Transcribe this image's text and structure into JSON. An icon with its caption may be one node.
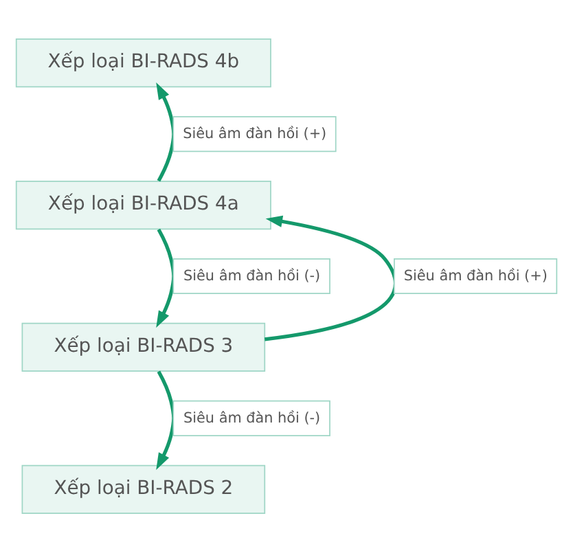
{
  "diagram": {
    "nodes": [
      {
        "text": [
          "Xếp loại BI-RADS 4b"
        ]
      },
      {
        "text": [
          "Xếp loại BI-RADS 4a"
        ]
      },
      {
        "text": [
          "Xếp loại BI-RADS 3"
        ]
      },
      {
        "text": [
          "Xếp loại BI-RADS 2"
        ]
      }
    ],
    "edges": [
      {
        "from": 1,
        "to": 0,
        "arrow": "to",
        "label": "Siêu âm đàn hồi (+)"
      },
      {
        "from": 2,
        "to": 1,
        "arrow": "to",
        "label": "Siêu âm đàn hồi (+)"
      },
      {
        "from": 1,
        "to": 2,
        "arrow": "to",
        "label": "Siêu âm đàn hồi (-)"
      },
      {
        "from": 2,
        "to": 3,
        "arrow": "to",
        "label": "Siêu âm đàn hồi (-)"
      }
    ]
  }
}
